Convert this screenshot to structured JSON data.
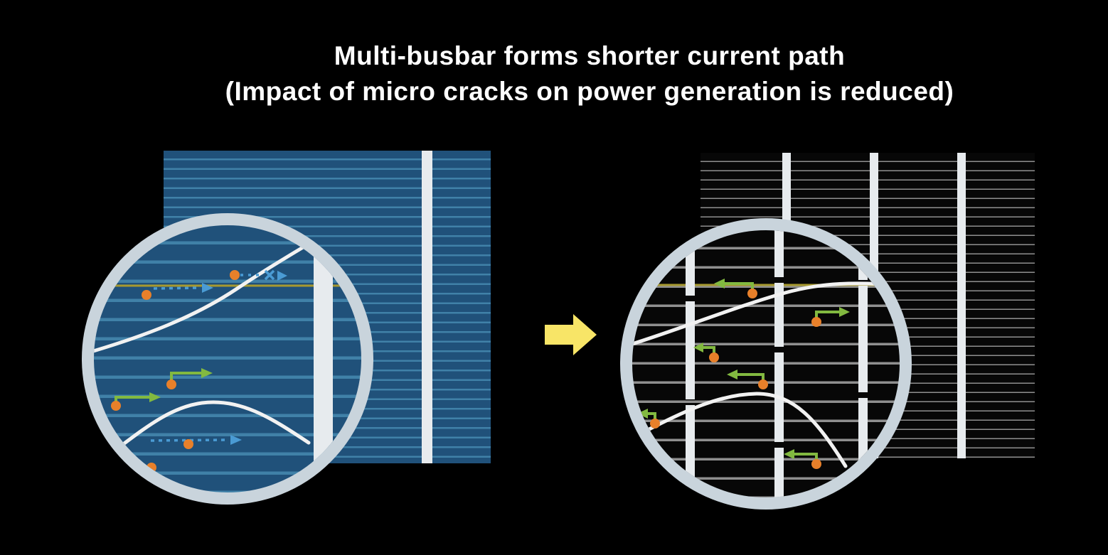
{
  "title": {
    "line1": "Multi-busbar forms shorter current path",
    "line2": "(Impact of micro cracks on power generation is reduced)"
  },
  "icons": {
    "transition_arrow": "right-block-arrow",
    "blocked_path_marker": "x-cross",
    "long_path": "dashed-right-arrow",
    "short_path": "elbow-arrow"
  },
  "colors": {
    "background": "#000000",
    "title_text": "#ffffff",
    "left_cell_base": "#20517a",
    "left_cell_finger_line": "#4081a8",
    "right_cell_base": "#070707",
    "right_cell_finger_line": "#8f8f8f",
    "busbar": "#e7ebee",
    "magnifier_ring": "#c9d4dc",
    "micro_crack": "#f2f2f2",
    "electron_dot": "#e8802a",
    "long_path_arrow": "#4a9bd4",
    "short_path_arrow": "#82b940",
    "highlighted_finger": "#a7992f",
    "transition_arrow": "#f8e567"
  }
}
